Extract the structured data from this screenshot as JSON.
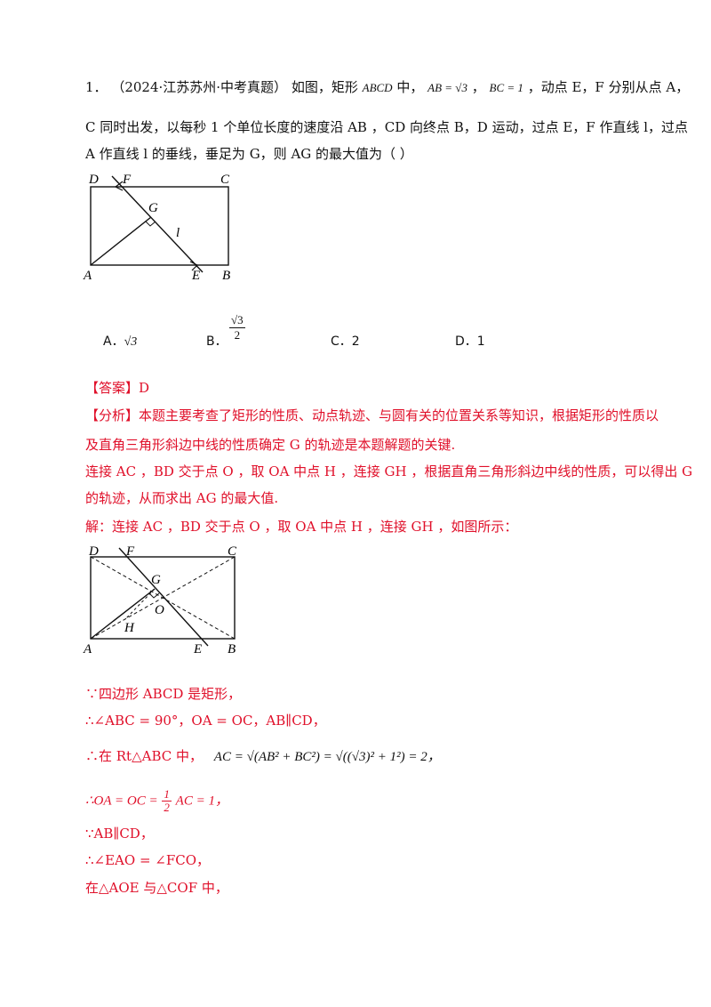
{
  "problem": {
    "number": "1．",
    "source": "（2024·江苏苏州·中考真题）",
    "line1_a": "如图，矩形",
    "rect": "ABCD",
    "line1_b": "中，",
    "ab_eq": "AB = √3",
    "comma": "，",
    "bc_eq": "BC = 1",
    "line1_c": "，动点 E，F 分别从点 A，",
    "line2": "C 同时出发，以每秒 1 个单位长度的速度沿 AB ，CD 向终点 B，D 运动，过点 E，F 作直线 l，过点",
    "line3": "A 作直线 l 的垂线，垂足为 G，则 AG 的最大值为（     ）"
  },
  "figure1": {
    "labels": {
      "D": "D",
      "F": "F",
      "C": "C",
      "G": "G",
      "l": "l",
      "A": "A",
      "E": "E",
      "B": "B"
    }
  },
  "options": {
    "a_label": "A．",
    "a_value": "√3",
    "b_label": "B．",
    "b_num": "√3",
    "b_den": "2",
    "c_label": "C．",
    "c_value": "2",
    "d_label": "D．",
    "d_value": "1"
  },
  "answer": {
    "label": "【答案】",
    "value": "D"
  },
  "analysis": {
    "label": "【分析】",
    "line1": "本题主要考查了矩形的性质、动点轨迹、与圆有关的位置关系等知识，根据矩形的性质以",
    "line2": "及直角三角形斜边中线的性质确定 G 的轨迹是本题解题的关键.",
    "line3": "连接 AC ，BD 交于点 O ，取 OA 中点 H ，连接 GH ，根据直角三角形斜边中线的性质，可以得出 G",
    "line4": "的轨迹，从而求出 AG 的最大值."
  },
  "solution": {
    "line1": "解：连接 AC ，BD 交于点 O ，取 OA 中点 H ，连接 GH ，如图所示："
  },
  "figure2": {
    "labels": {
      "D": "D",
      "F": "F",
      "C": "C",
      "G": "G",
      "O": "O",
      "H": "H",
      "A": "A",
      "E": "E",
      "B": "B"
    }
  },
  "steps": {
    "s1": "∵四边形 ABCD 是矩形，",
    "s2": "∴∠ABC = 90°，OA = OC，AB∥CD，",
    "s3_a": "∴在 Rt△ABC 中，",
    "s3_b": "AC = √(AB² + BC²) = √((√3)² + 1²) = 2，",
    "s4_a": "∴OA = OC =",
    "s4_num": "1",
    "s4_den": "2",
    "s4_b": "AC = 1，",
    "s5": "∵AB∥CD，",
    "s6": "∴∠EAO = ∠FCO，",
    "s7": "在△AOE 与△COF 中，"
  }
}
